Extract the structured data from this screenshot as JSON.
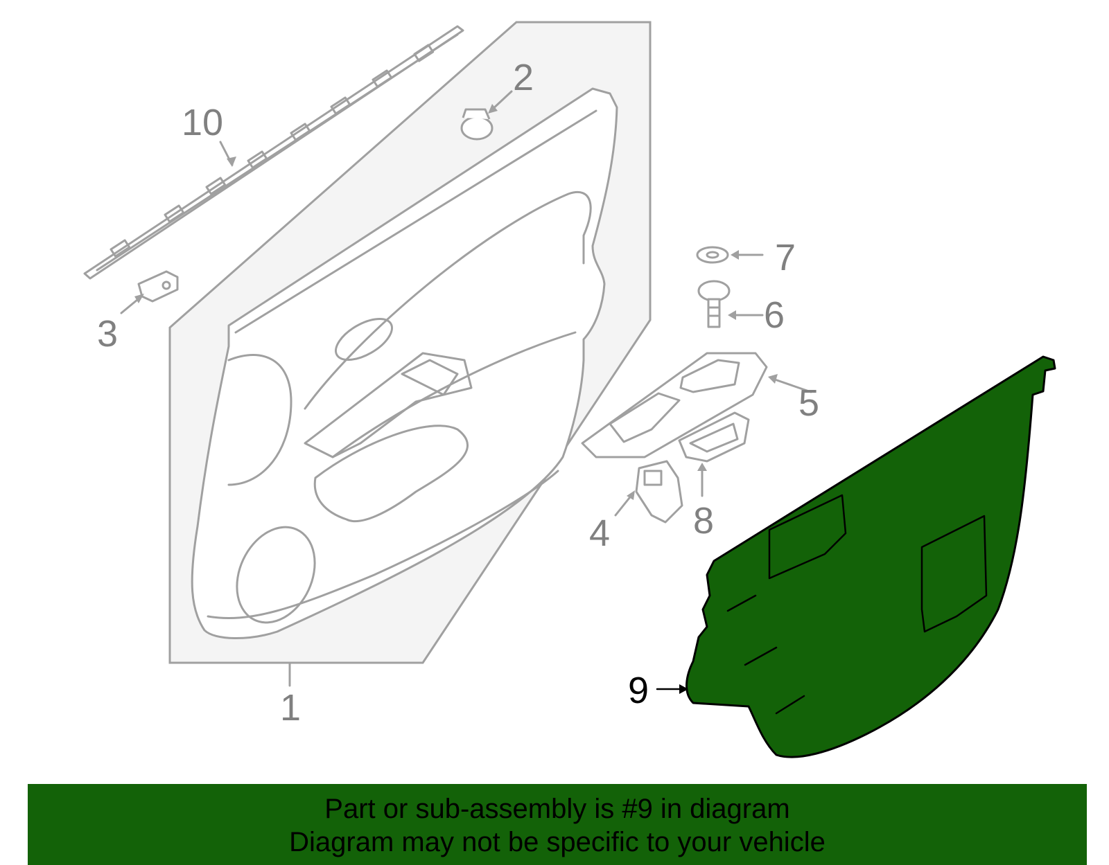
{
  "callouts": {
    "c1": "1",
    "c2": "2",
    "c3": "3",
    "c4": "4",
    "c5": "5",
    "c6": "6",
    "c7": "7",
    "c8": "8",
    "c9": "9",
    "c10": "10"
  },
  "highlight_color": "#136208",
  "banner": {
    "line1": "Part or sub-assembly is #9 in diagram",
    "line2": "Diagram may not be specific to your vehicle"
  }
}
